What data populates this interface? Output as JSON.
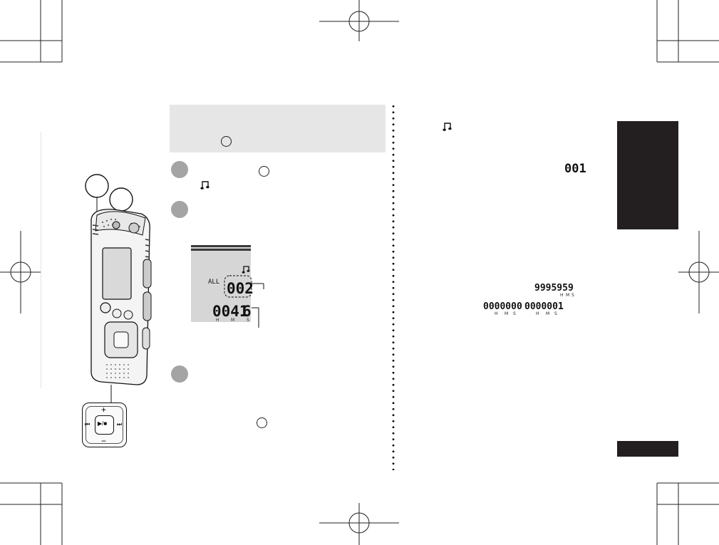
{
  "lcd": {
    "all_label": "ALL",
    "file_number": "002",
    "time_value": "0041",
    "time_seconds": "6",
    "h": "H",
    "m": "M",
    "s": "S"
  },
  "right_column": {
    "file_number_display": "001",
    "max_time_display": "9995959",
    "time_display_a": "0000000",
    "time_display_b": "0000001",
    "h": "H",
    "m": "M",
    "s": "S"
  },
  "device": {
    "control_pad": {
      "plus": "+",
      "minus": "−",
      "play_pause": "▶/■",
      "prev": "⏮",
      "next": "⏭"
    }
  },
  "icons": [
    "music-note-icon",
    "registration-mark-icon",
    "voice-recorder-illustration"
  ]
}
